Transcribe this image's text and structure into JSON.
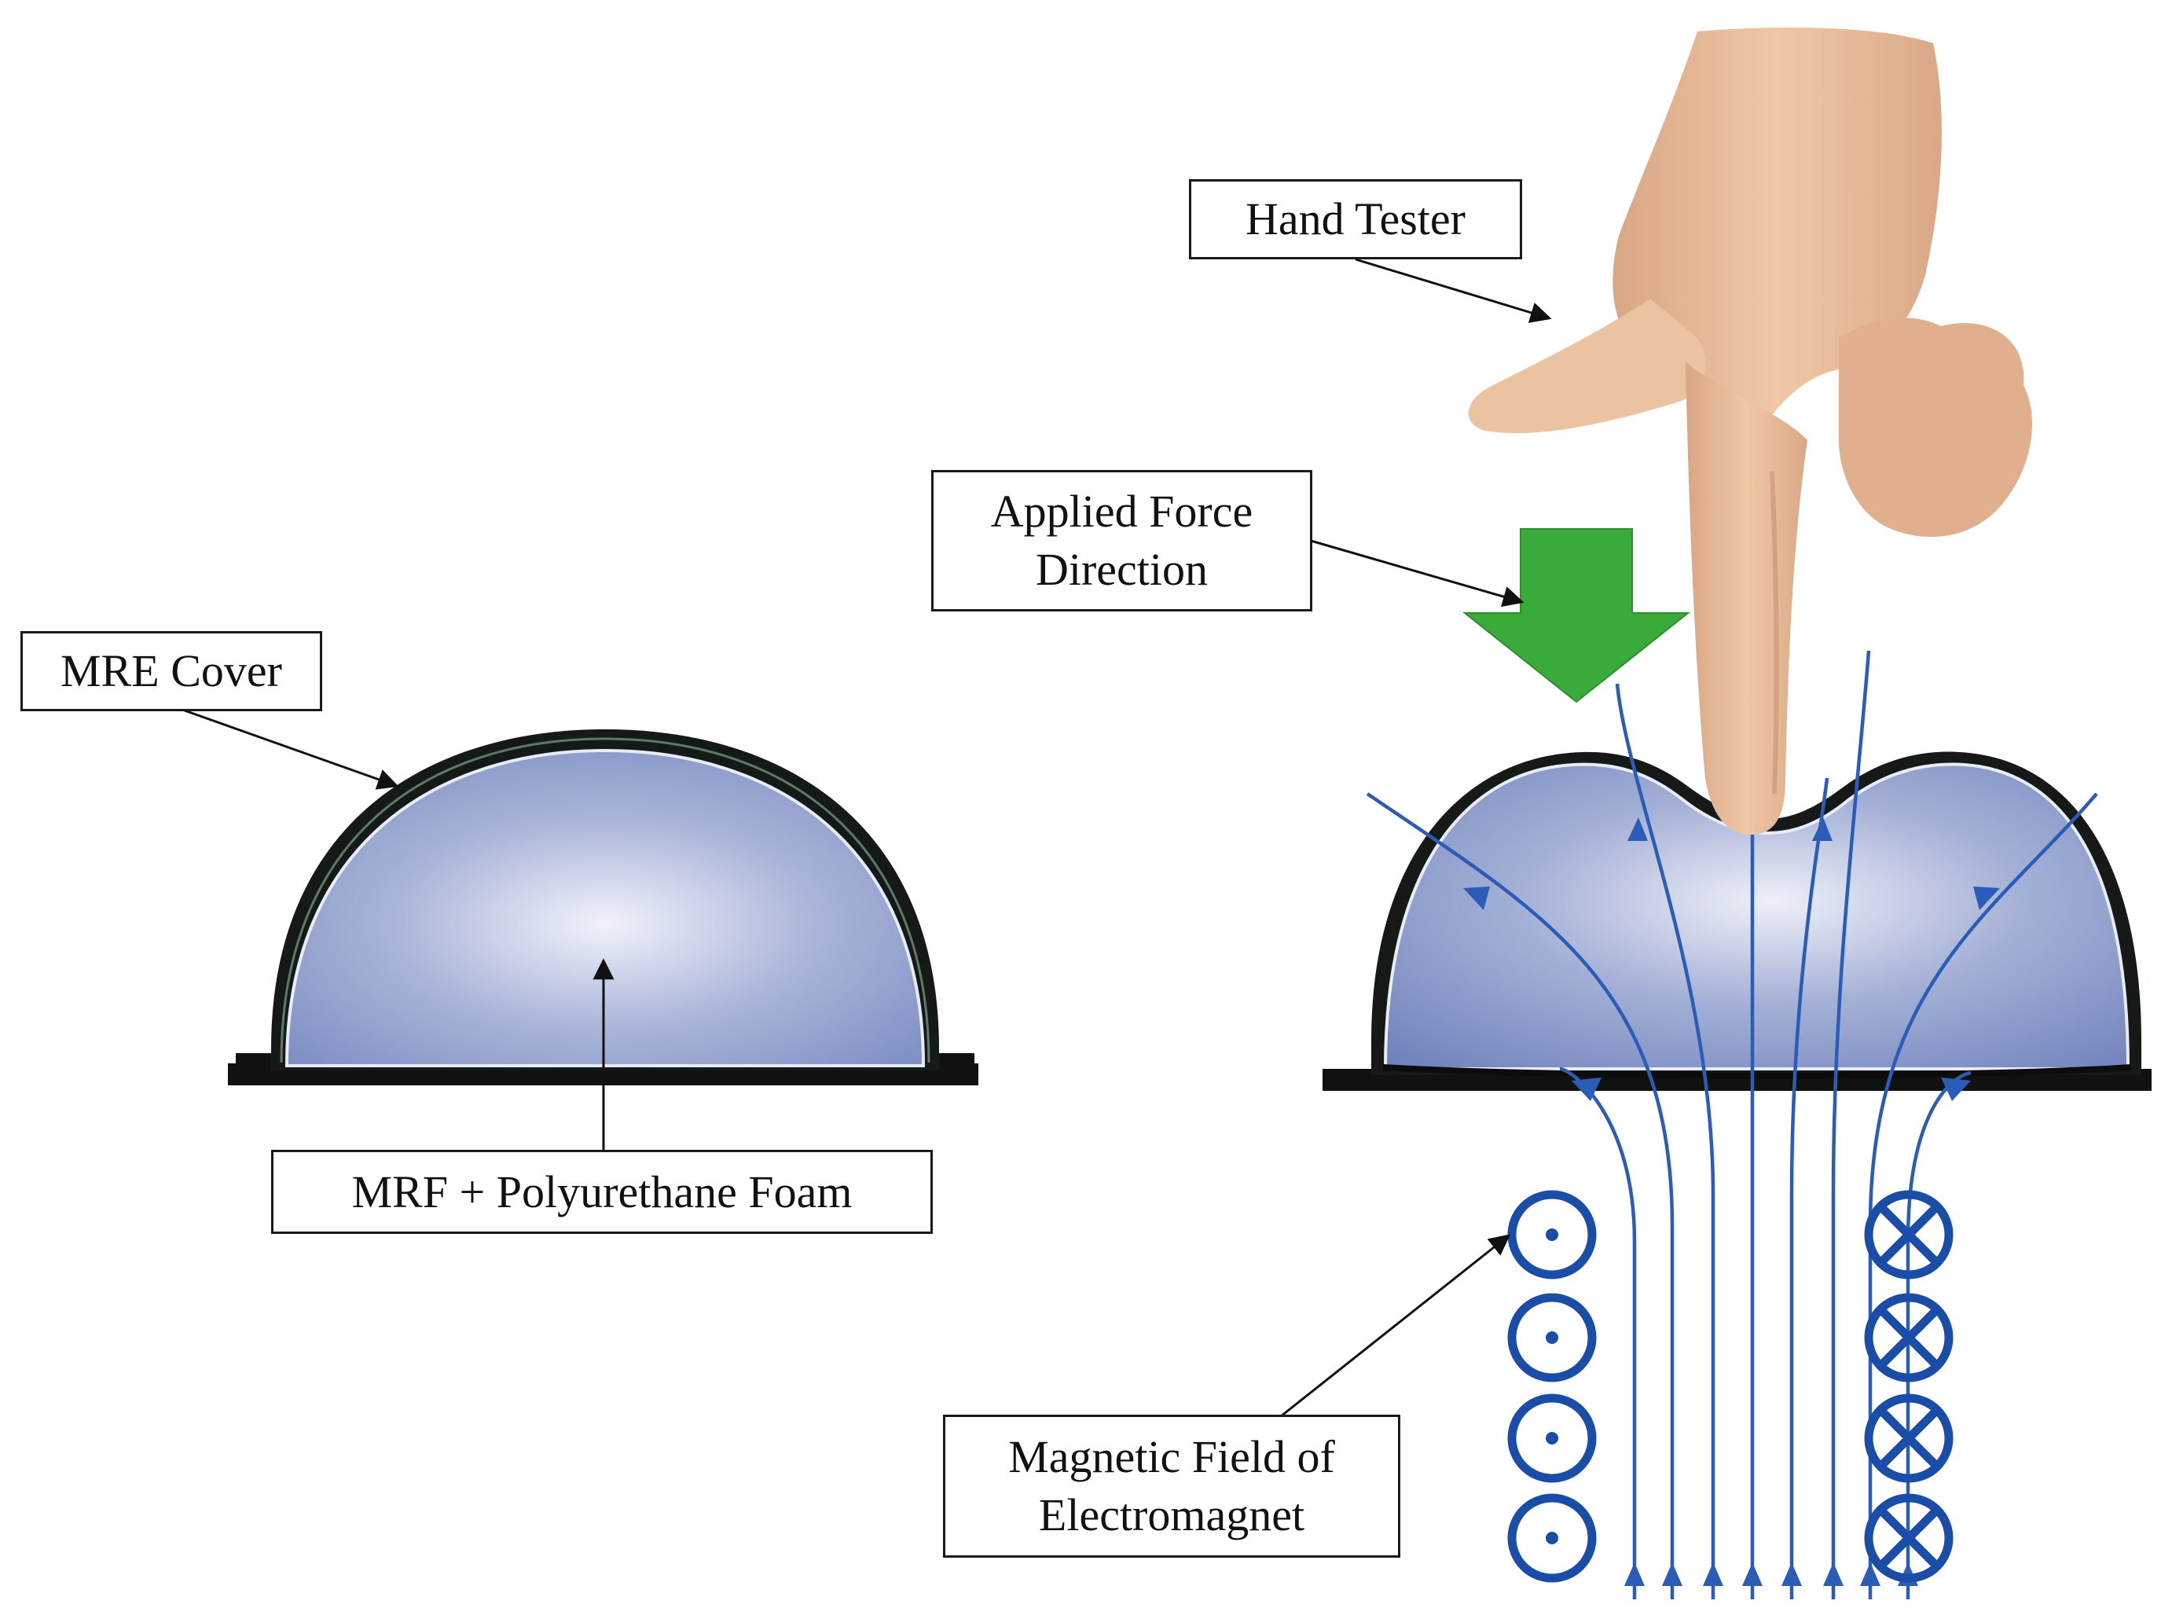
{
  "labels": {
    "hand_tester": "Hand Tester",
    "applied_force_line1": "Applied Force",
    "applied_force_line2": "Direction",
    "mre_cover": "MRE Cover",
    "mrf_foam": "MRF + Polyurethane Foam",
    "magnetic_field_line1": "Magnetic Field of",
    "magnetic_field_line2": "Electromagnet"
  },
  "coil": {
    "left_column_symbol": "current-out-of-page-dot",
    "right_column_symbol": "current-into-page-cross",
    "turns_per_column": 4
  },
  "colors": {
    "field_lines": "#2a5cb8",
    "coil": "#1a4da8",
    "force_arrow": "#3aab3a",
    "dome_fill": "#8a9ccc",
    "cover": "#151a18",
    "hand": "#e8bd99"
  }
}
